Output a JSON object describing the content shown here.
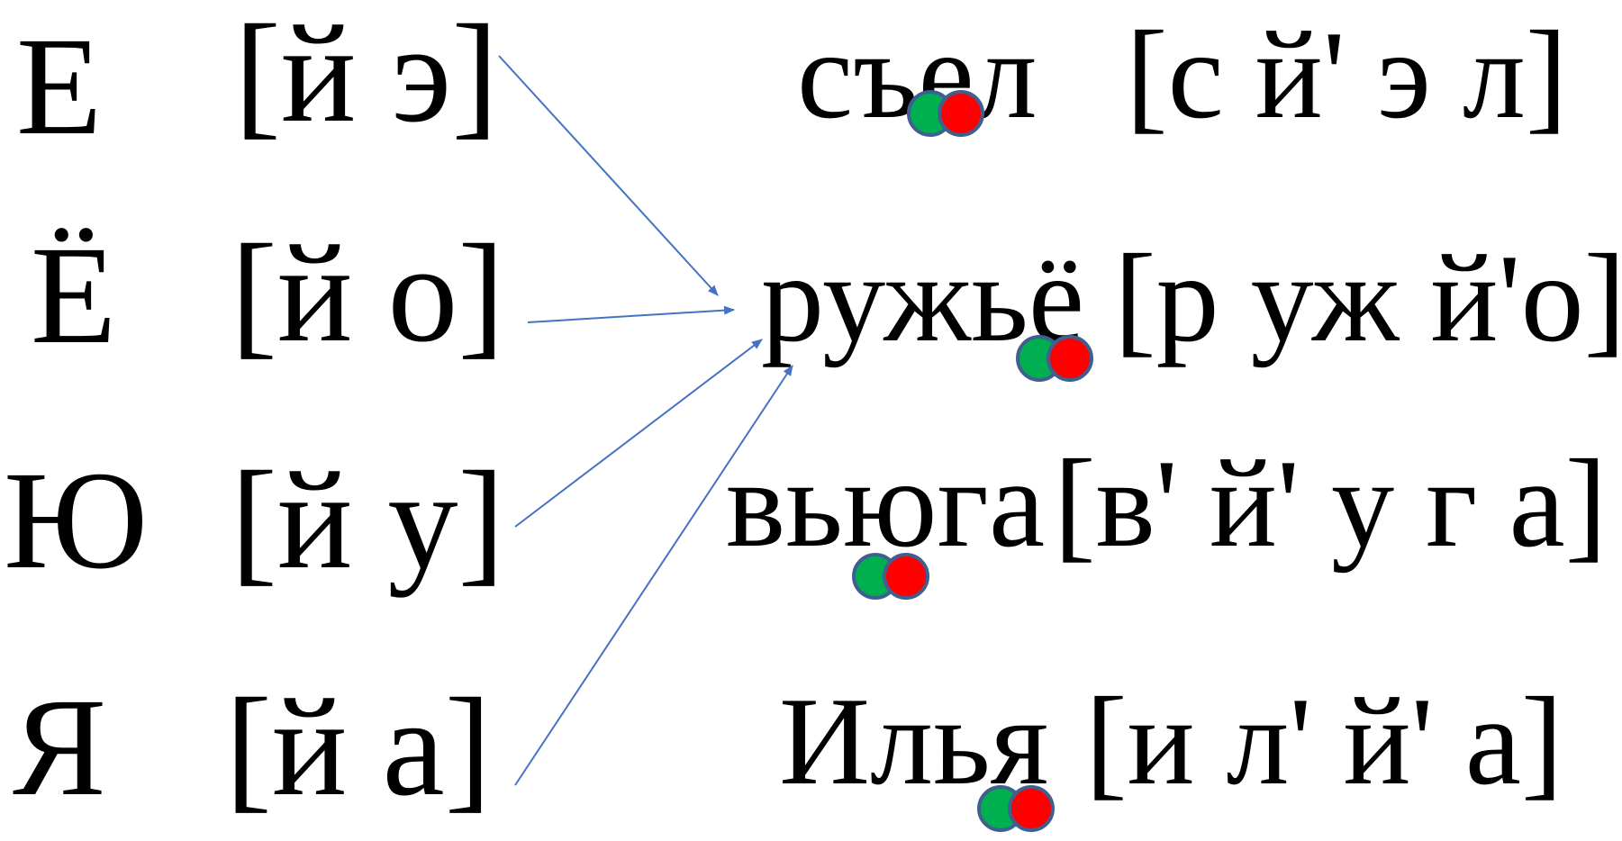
{
  "colors": {
    "arrow": "#4472c4",
    "dot_green": "#00b050",
    "dot_red": "#ff0000",
    "dot_border": "#3f5f8f"
  },
  "rows": [
    {
      "letter": "Е",
      "sounds": "[й э]",
      "word": "съел",
      "transcription": "[с й' э л]"
    },
    {
      "letter": "Ё",
      "sounds": "[й о]",
      "word": "ружьё",
      "transcription": "[р уж й'о]"
    },
    {
      "letter": "Ю",
      "sounds": "[й у]",
      "word": "вьюга",
      "transcription": "[в' й' у г а]"
    },
    {
      "letter": "Я",
      "sounds": "[й а]",
      "word": "Илья",
      "transcription": "[и л' й' а]"
    }
  ]
}
